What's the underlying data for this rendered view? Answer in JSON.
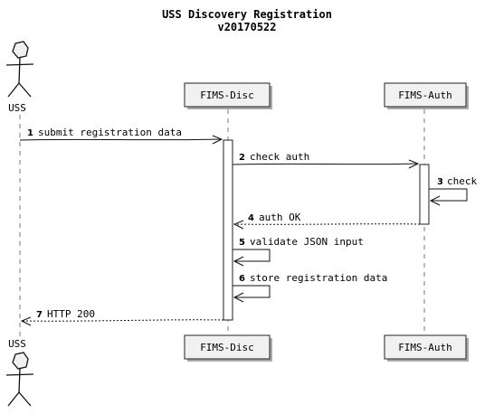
{
  "title": {
    "line1": "USS Discovery Registration",
    "line2": "v20170522"
  },
  "participants": {
    "uss": "USS",
    "disc": "FIMS-Disc",
    "auth": "FIMS-Auth"
  },
  "messages": [
    {
      "num": "1",
      "label": "submit registration data"
    },
    {
      "num": "2",
      "label": "check auth"
    },
    {
      "num": "3",
      "label": "check"
    },
    {
      "num": "4",
      "label": "auth OK"
    },
    {
      "num": "5",
      "label": "validate JSON input"
    },
    {
      "num": "6",
      "label": "store registration data"
    },
    {
      "num": "7",
      "label": "HTTP 200"
    }
  ]
}
